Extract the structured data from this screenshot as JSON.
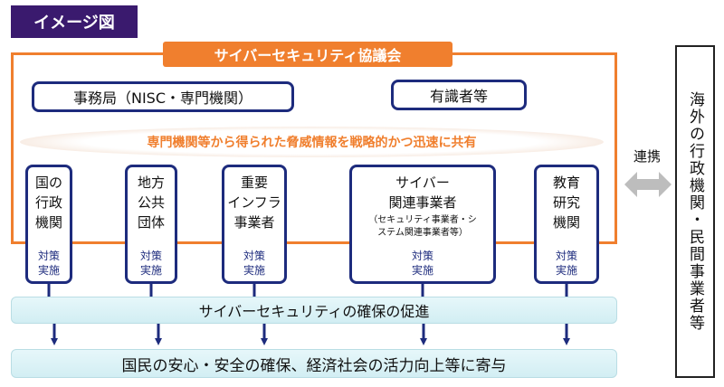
{
  "image_label": "イメージ図",
  "council": {
    "title": "サイバーセキュリティ協議会",
    "secretariat": "事務局（NISC・専門機関）",
    "experts": "有識者等",
    "sharing": "専門機関等から得られた脅威情報を戦略的かつ迅速に共有"
  },
  "members": [
    {
      "name": "国の\n行政\n機関",
      "sub": "",
      "action": "対策\n実施"
    },
    {
      "name": "地方\n公共\n団体",
      "sub": "",
      "action": "対策\n実施"
    },
    {
      "name": "重要\nインフラ\n事業者",
      "sub": "",
      "action": "対策\n実施"
    },
    {
      "name": "サイバー\n関連事業者",
      "sub": "（セキュリティ事業者・シ\nステム関連事業者等）",
      "action": "対策\n実施"
    },
    {
      "name": "教育\n研究\n機関",
      "sub": "",
      "action": "対策\n実施"
    }
  ],
  "promotion": "サイバーセキュリティの確保の促進",
  "contribution": "国民の安心・安全の確保、経済社会の活力向上等に寄与",
  "cooperation": "連携",
  "overseas": "海外の行政機関・民間事業者等",
  "colors": {
    "orange": "#f07f2e",
    "navy": "#1d2b7d",
    "label_purple": "#3a1a6e",
    "band": "#d2eef3"
  }
}
